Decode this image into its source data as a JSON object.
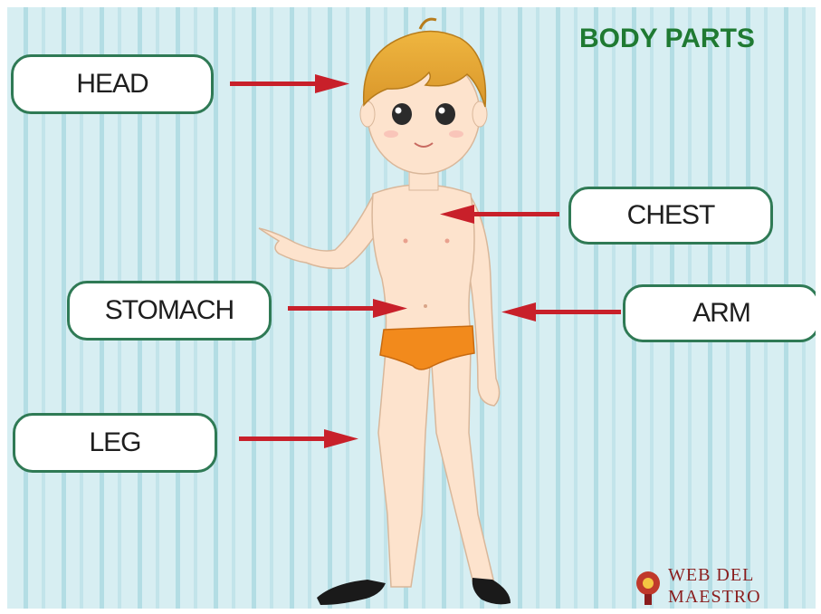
{
  "title": "BODY PARTS",
  "labels": {
    "head": "HEAD",
    "chest": "CHEST",
    "stomach": "STOMACH",
    "arm": "ARM",
    "leg": "LEG"
  },
  "watermark": {
    "line1": "WEB DEL",
    "line2": "MAESTRO"
  },
  "colors": {
    "title": "#1f7a32",
    "box_border": "#2f7a55",
    "arrow": "#c8202a",
    "hair": "#e3a52e",
    "skin": "#fde3cd",
    "briefs": "#f28a1c",
    "shoes": "#1a1a1a"
  }
}
